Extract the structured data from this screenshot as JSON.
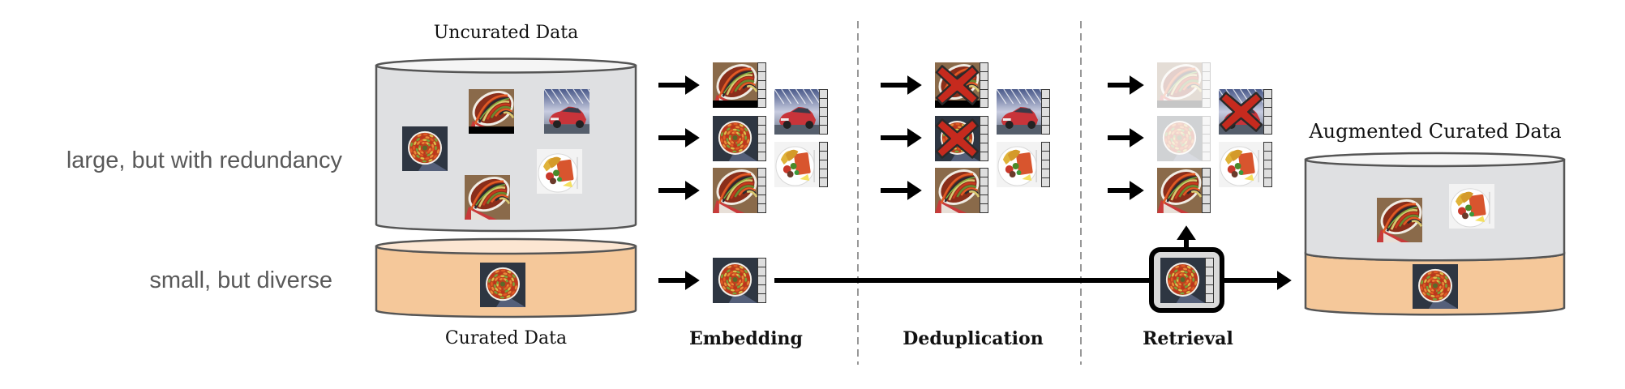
{
  "row_labels": {
    "uncurated": "large, but with redundancy",
    "curated": "small, but diverse"
  },
  "databases": {
    "uncurated": {
      "label": "Uncurated Data",
      "fill": "#dfe0e2",
      "images": [
        "ratatouille-oval-dish-image",
        "car-image",
        "ratatouille-round-pie-image",
        "food-plate-image",
        "ratatouille-oval-dish-image"
      ]
    },
    "curated": {
      "label": "Curated Data",
      "fill": "#f5c89a",
      "images": [
        "ratatouille-round-pie-image"
      ]
    },
    "augmented": {
      "label": "Augmented Curated Data",
      "fill_top": "#dfe0e2",
      "fill_bottom": "#f5c89a",
      "images": [
        "ratatouille-oval-dish-image",
        "food-plate-image",
        "ratatouille-round-pie-image"
      ]
    }
  },
  "stages": [
    {
      "label": "Embedding"
    },
    {
      "label": "Deduplication"
    },
    {
      "label": "Retrieval"
    }
  ],
  "stage_state": {
    "embedding": {
      "uncurated_cards": [
        "ratatouille-oval-dish",
        "ratatouille-round-pie",
        "ratatouille-oval-dish",
        "car",
        "food-plate"
      ],
      "curated_cards": [
        "ratatouille-round-pie"
      ]
    },
    "deduplication": {
      "removed": [
        "ratatouille-oval-dish (row 1)",
        "ratatouille-round-pie (row 2)"
      ],
      "kept": [
        "ratatouille-oval-dish (row 3)",
        "car",
        "food-plate"
      ]
    },
    "retrieval": {
      "not_retrieved": [
        "car"
      ],
      "faded": [
        "row 1",
        "row 2"
      ],
      "retrieved": [
        "ratatouille-oval-dish",
        "food-plate"
      ],
      "query": "ratatouille-round-pie"
    }
  },
  "colors": {
    "removal_mark": "#c62a1e",
    "arrow": "#000000",
    "divider": "#777777",
    "side_label": "#595959"
  },
  "icons": {
    "remove": "red-x-icon",
    "embedding_vector": "embedding-vector-strip",
    "flow": "arrow-right-icon"
  }
}
